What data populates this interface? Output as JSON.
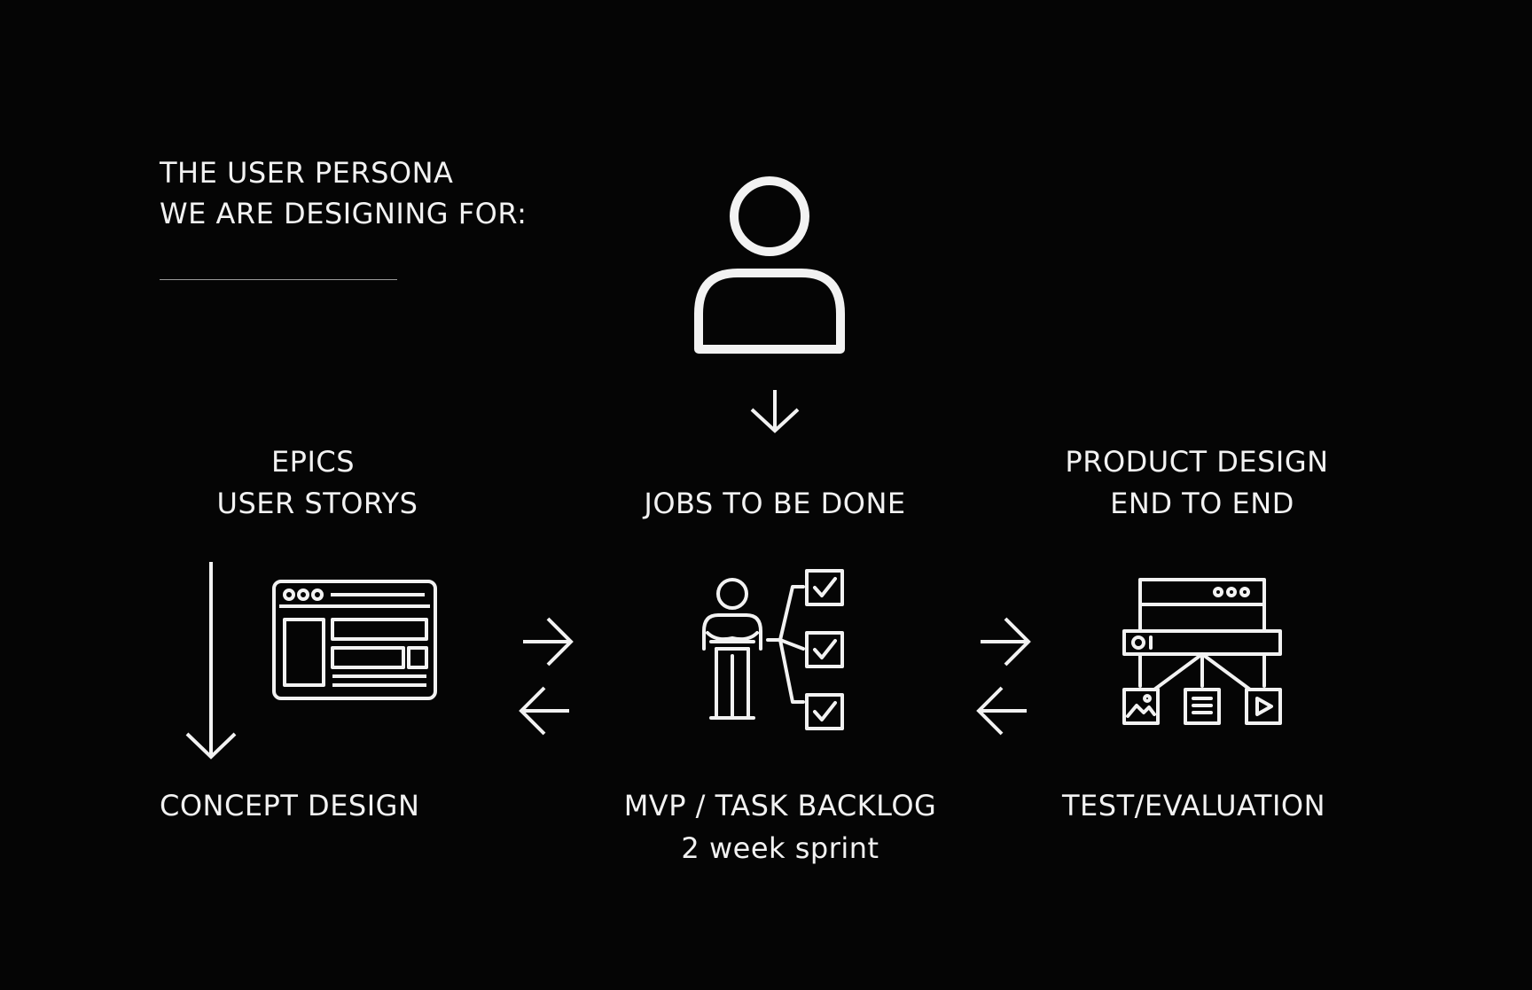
{
  "persona": {
    "line1": "THE USER PERSONA",
    "line2": "WE ARE DESIGNING FOR:"
  },
  "epics": {
    "line1": "EPICS",
    "line2": "USER  STORYS"
  },
  "jobs": {
    "label": "JOBS TO BE DONE"
  },
  "product": {
    "line1": "PRODUCT DESIGN",
    "line2": "END TO END"
  },
  "concept": {
    "label": "CONCEPT DESIGN"
  },
  "mvp": {
    "line1": "MVP / TASK BACKLOG",
    "line2": "2 week sprint"
  },
  "test": {
    "label": "TEST/EVALUATION"
  },
  "icons": {
    "person": "user-icon",
    "browser": "browser-window-icon",
    "tasks": "person-checklist-icon",
    "sitemap": "sitemap-icon"
  },
  "colors": {
    "background": "#050505",
    "foreground": "#f2f2f2",
    "rule": "#9a9a9a"
  }
}
